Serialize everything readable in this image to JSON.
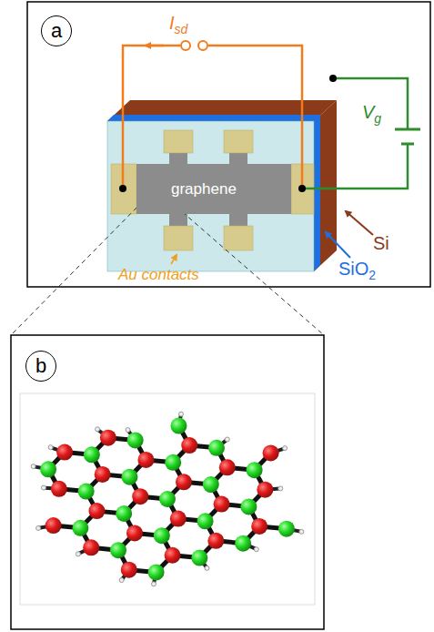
{
  "diagram": {
    "nodes": [
      {
        "text": [
          "a"
        ]
      },
      {
        "text": [
          "graphene"
        ]
      },
      {
        "text": [
          "b"
        ]
      }
    ],
    "labels": [
      "I",
      "sd",
      "V",
      "g",
      "Au contacts",
      "Si",
      "SiO",
      "2"
    ]
  }
}
